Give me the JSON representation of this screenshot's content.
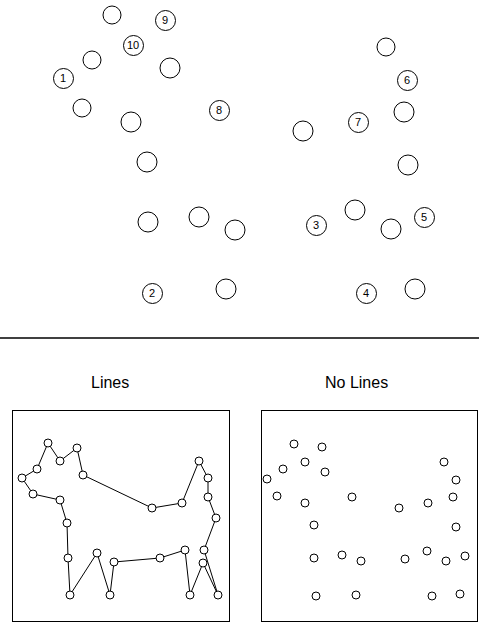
{
  "diagram": {
    "nodes": [
      {
        "text": [
          "9"
        ]
      },
      {
        "text": [
          "10"
        ]
      },
      {
        "text": [
          "1"
        ]
      },
      {
        "text": [
          "6"
        ]
      },
      {
        "text": [
          "8"
        ]
      },
      {
        "text": [
          "7"
        ]
      },
      {
        "text": [
          "5"
        ]
      },
      {
        "text": [
          "3"
        ]
      },
      {
        "text": [
          "2"
        ]
      },
      {
        "text": [
          "4"
        ]
      }
    ],
    "labels": [
      "Lines",
      "No Lines"
    ]
  }
}
